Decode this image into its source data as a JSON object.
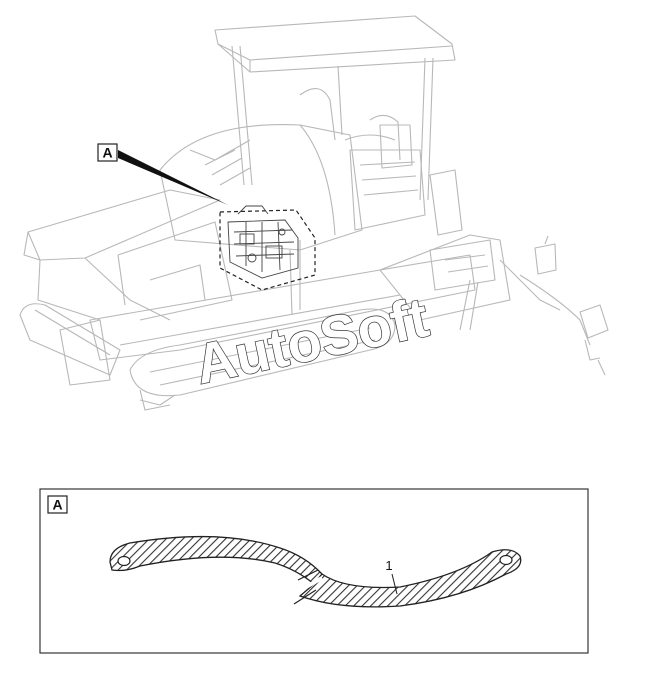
{
  "callout": {
    "main_label": "A",
    "detail_label": "A"
  },
  "detail": {
    "item_number": "1"
  },
  "watermark": {
    "text": "AutoSoft"
  },
  "colors": {
    "line": "#222222",
    "faint_line": "#b8b8b8",
    "hatch": "#333333",
    "watermark_fill": "#ffffff"
  }
}
